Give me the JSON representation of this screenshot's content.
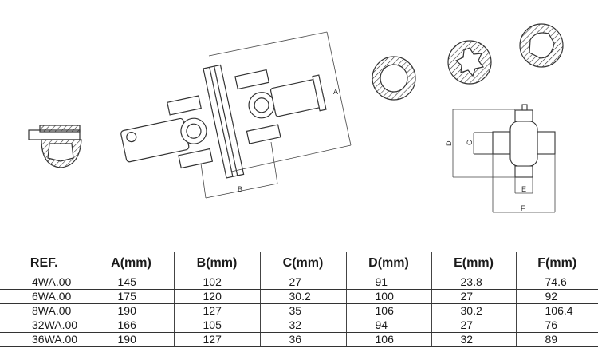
{
  "diagram": {
    "labels": {
      "shaft_length": "A",
      "joint_spacing": "B",
      "cap_diameter_inner": "C",
      "overall_height": "D",
      "cap_width": "E",
      "overall_width": "F"
    },
    "views": [
      "yoke-cross-section",
      "pto-shaft-assembly",
      "round-bore-section",
      "star-spline-section",
      "lemon-bore-section",
      "cross-kit-dimensions"
    ]
  },
  "table": {
    "headers": [
      "REF.",
      "A(mm)",
      "B(mm)",
      "C(mm)",
      "D(mm)",
      "E(mm)",
      "F(mm)"
    ],
    "rows": [
      [
        "4WA.00",
        "145",
        "102",
        "27",
        "91",
        "23.8",
        "74.6"
      ],
      [
        "6WA.00",
        "175",
        "120",
        "30.2",
        "100",
        "27",
        "92"
      ],
      [
        "8WA.00",
        "190",
        "127",
        "35",
        "106",
        "30.2",
        "106.4"
      ],
      [
        "32WA.00",
        "166",
        "105",
        "32",
        "94",
        "27",
        "76"
      ],
      [
        "36WA.00",
        "190",
        "127",
        "36",
        "106",
        "32",
        "89"
      ]
    ]
  }
}
